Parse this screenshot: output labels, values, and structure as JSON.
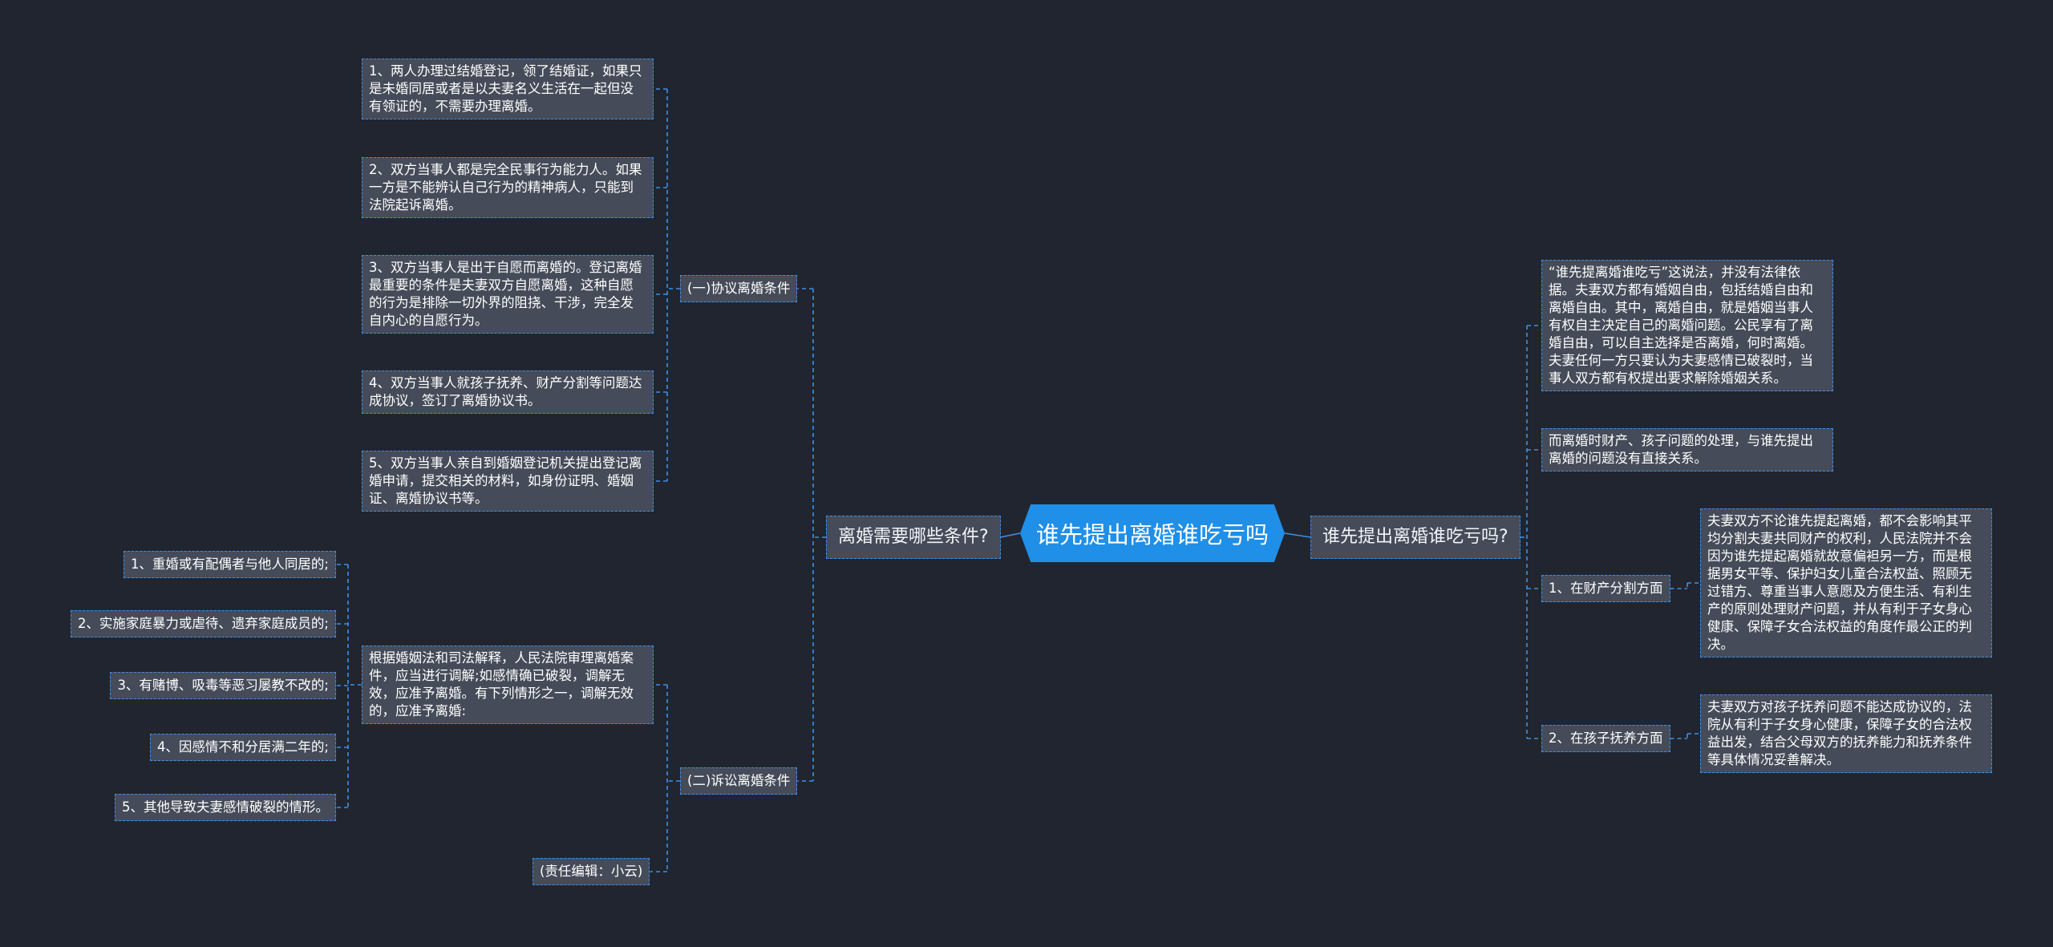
{
  "root": {
    "title": "谁先提出离婚谁吃亏吗"
  },
  "left": {
    "label": "离婚需要哪些条件?",
    "branch1": {
      "label": "(一)协议离婚条件",
      "items": [
        "1、两人办理过结婚登记，领了结婚证，如果只是未婚同居或者是以夫妻名义生活在一起但没有领证的，不需要办理离婚。",
        "2、双方当事人都是完全民事行为能力人。如果一方是不能辨认自己行为的精神病人，只能到法院起诉离婚。",
        "3、双方当事人是出于自愿而离婚的。登记离婚最重要的条件是夫妻双方自愿离婚，这种自愿的行为是排除一切外界的阻挠、干涉，完全发自内心的自愿行为。",
        "4、双方当事人就孩子抚养、财产分割等问题达成协议，签订了离婚协议书。",
        "5、双方当事人亲自到婚姻登记机关提出登记离婚申请，提交相关的材料，如身份证明、婚姻证、离婚协议书等。"
      ]
    },
    "branch2": {
      "label": "(二)诉讼离婚条件",
      "detail": "根据婚姻法和司法解释，人民法院审理离婚案件，应当进行调解;如感情确已破裂，调解无效，应准予离婚。有下列情形之一，调解无效的，应准予离婚:",
      "situations": [
        "1、重婚或有配偶者与他人同居的;",
        "2、实施家庭暴力或虐待、遗弃家庭成员的;",
        "3、有赌博、吸毒等恶习屡教不改的;",
        "4、因感情不和分居满二年的;",
        "5、其他导致夫妻感情破裂的情形。"
      ],
      "editor": "(责任编辑：小云)"
    }
  },
  "right": {
    "label": "谁先提出离婚谁吃亏吗?",
    "texts": [
      "“谁先提离婚谁吃亏”这说法，并没有法律依据。夫妻双方都有婚姻自由，包括结婚自由和离婚自由。其中，离婚自由，就是婚姻当事人有权自主决定自己的离婚问题。公民享有了离婚自由，可以自主选择是否离婚，何时离婚。夫妻任何一方只要认为夫妻感情已破裂时，当事人双方都有权提出要求解除婚姻关系。",
      "而离婚时财产、孩子问题的处理，与谁先提出离婚的问题没有直接关系。"
    ],
    "property": {
      "label": "1、在财产分割方面",
      "text": "夫妻双方不论谁先提起离婚，都不会影响其平均分割夫妻共同财产的权利，人民法院并不会因为谁先提起离婚就故意偏袒另一方，而是根据男女平等、保护妇女儿童合法权益、照顾无过错方、尊重当事人意愿及方便生活、有利生产的原则处理财产问题，并从有利于子女身心健康、保障子女合法权益的角度作最公正的判决。"
    },
    "custody": {
      "label": "2、在孩子抚养方面",
      "text": "夫妻双方对孩子抚养问题不能达成协议的，法院从有利于子女身心健康，保障子女的合法权益出发，结合父母双方的抚养能力和抚养条件等具体情况妥善解决。"
    }
  },
  "colors": {
    "background": "#21252f",
    "root": "#1f8fe8",
    "node": "#454b58",
    "line": "#3d8fe6"
  }
}
